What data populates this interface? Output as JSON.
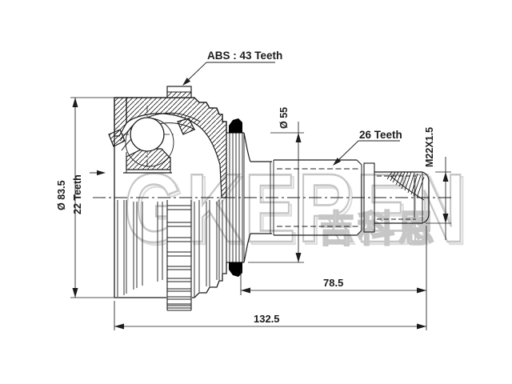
{
  "drawing": {
    "labels": {
      "abs": "ABS : 43 Teeth",
      "spline_outer": "26 Teeth",
      "spline_inner": "22 Teeth",
      "thread": "M22X1.5"
    },
    "dimensions": {
      "housing_diameter": "Ø 83.5",
      "neck_diameter": "Ø 55",
      "shaft_length": "78.5",
      "overall_length": "132.5"
    },
    "watermark": {
      "latin": "GKEREN",
      "cjk": "吉科恩"
    },
    "colors": {
      "line": "#1c1c1c",
      "watermark": "#bdbdbd",
      "background": "#ffffff"
    }
  }
}
